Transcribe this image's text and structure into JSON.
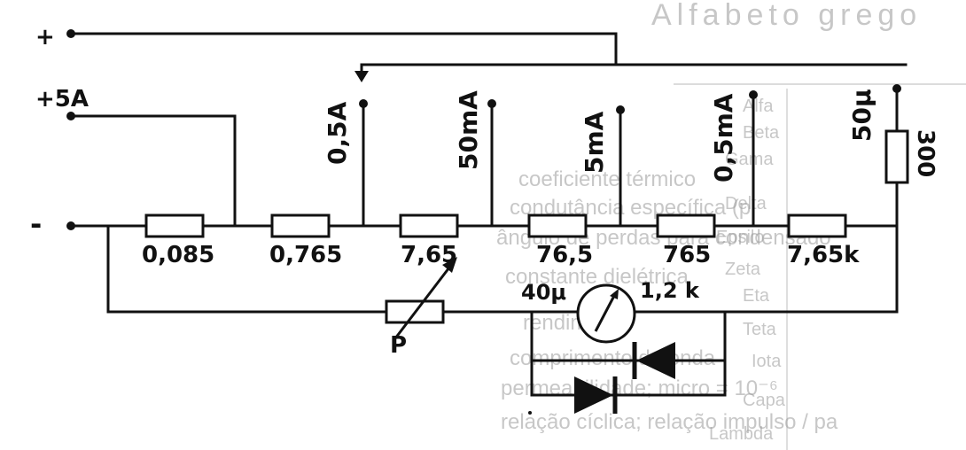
{
  "terminals": {
    "plus": "+",
    "plus_5a": "+5A",
    "minus": "-"
  },
  "ranges": {
    "r_05a": "0,5A",
    "r_50ma": "50mA",
    "r_5ma": "5mA",
    "r_05ma": "0,5mA",
    "r_50u": "50μ"
  },
  "resistors": {
    "r1": "0,085",
    "r2": "0,765",
    "r3": "7,65",
    "r4": "76,5",
    "r5": "765",
    "r6": "7,65k",
    "r_top": "300"
  },
  "meter": {
    "sensitivity": "40μ",
    "resistance": "1,2 k"
  },
  "potentiometer": {
    "label": "P"
  },
  "show_through": {
    "title": "Alfabeto grego",
    "right_lines": [
      "Alfa",
      "Beta",
      "Gama",
      "Delta",
      "Epsilo",
      "Zeta",
      "Eta",
      "Teta",
      "Iota",
      "Capa",
      "Lambda"
    ],
    "center_lines": [
      "coeficiente térmico",
      "condutância específica (p",
      "ângulo de perdas para condensado",
      "constante dielétrica",
      "rendimento",
      "comprimento de onda",
      "permeabilidade; micro = 10⁻⁶",
      "relação cíclica; relação impulso / pa"
    ]
  }
}
